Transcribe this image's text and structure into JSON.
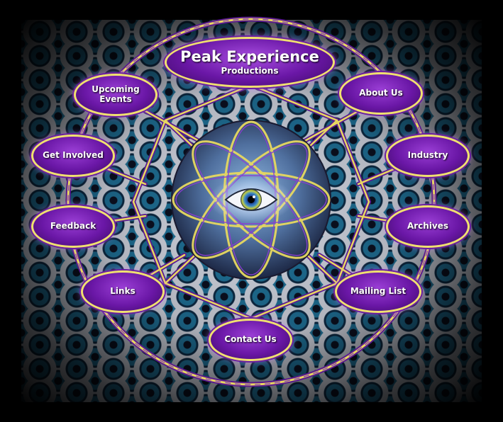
{
  "brand": {
    "title": "Peak Experience",
    "subtitle": "Productions"
  },
  "colors": {
    "oval_fill": "#6a17a6",
    "oval_border": "#f0e070",
    "ring_purple": "#7a2fc0",
    "ring_gold": "#e8d860",
    "background": "#000000"
  },
  "nav": {
    "upcoming_events": "Upcoming Events",
    "about_us": "About Us",
    "get_involved": "Get Involved",
    "industry": "Industry",
    "feedback": "Feedback",
    "archives": "Archives",
    "links": "Links",
    "mailing_list": "Mailing List",
    "contact_us": "Contact Us"
  },
  "icons": {
    "center": "eye-icon"
  }
}
